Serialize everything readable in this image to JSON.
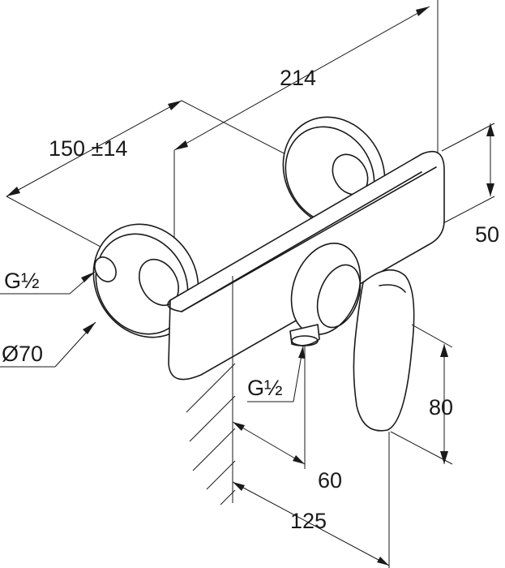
{
  "dimensions": {
    "overall_length": "214",
    "center_distance": "150 ±14",
    "height": "50",
    "inlet_thread": "G½",
    "rosette_diameter": "Ø70",
    "outlet_thread": "G½",
    "lever_height": "80",
    "outlet_projection": "60",
    "lever_projection": "125"
  },
  "colors": {
    "line": "#1a1a1a",
    "background": "#ffffff"
  }
}
